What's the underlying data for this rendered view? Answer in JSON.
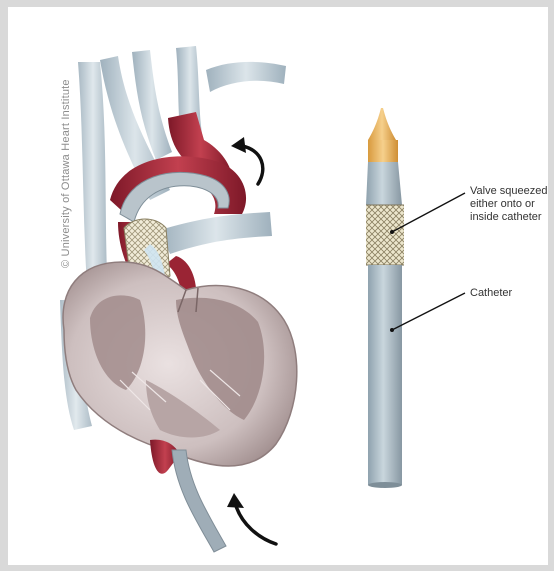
{
  "credit": "© University of Ottawa Heart Institute",
  "labels": {
    "valve": "Valve squeezed either onto or inside catheter",
    "catheter": "Catheter"
  },
  "icons": {
    "flow_arrow_top": "curved-arrow-icon",
    "flow_arrow_bottom": "curved-arrow-icon"
  },
  "colors": {
    "background": "#ffffff",
    "border": "#d9d9d9",
    "vessel_blue": "#b7c6d0",
    "aorta_red": "#a8283c",
    "heart_tissue": "#cdbfbf",
    "catheter_grey": "#a9b8c1",
    "tip_orange": "#e9b35c"
  }
}
